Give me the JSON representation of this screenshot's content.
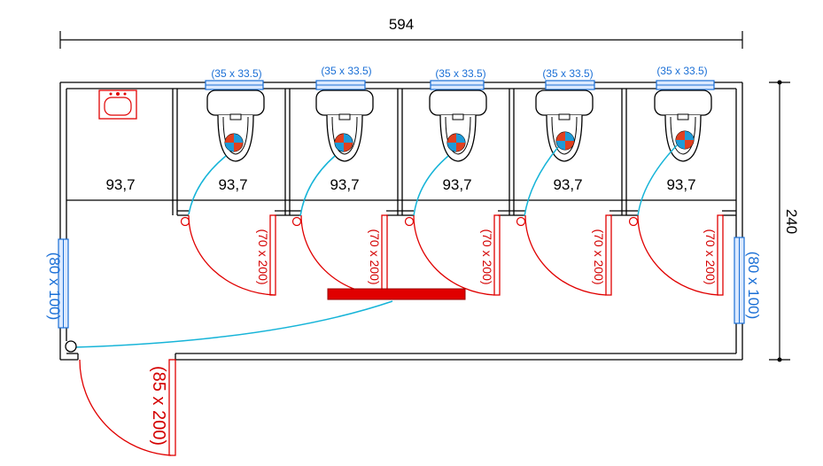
{
  "dimensions": {
    "width": "594",
    "height": "240"
  },
  "rooms": [
    {
      "area": "93,7",
      "fixture": "sink"
    },
    {
      "area": "93,7",
      "fixture": "toilet"
    },
    {
      "area": "93,7",
      "fixture": "toilet"
    },
    {
      "area": "93,7",
      "fixture": "toilet"
    },
    {
      "area": "93,7",
      "fixture": "toilet"
    },
    {
      "area": "93,7",
      "fixture": "toilet"
    }
  ],
  "top_windows": [
    "(35 x 33.5)",
    "(35 x 33.5)",
    "(35 x 33.5)",
    "(35 x 33.5)",
    "(35 x 33.5)"
  ],
  "side_windows": {
    "left": "(80 x 100)",
    "right": "(80 x 100)"
  },
  "stall_doors": [
    "(70 x 200)",
    "(70 x 200)",
    "(70 x 200)",
    "(70 x 200)",
    "(70 x 200)"
  ],
  "main_door": "(85 x 200)",
  "colors": {
    "wall": "#000000",
    "window": "#1a6fd6",
    "door": "#d40000",
    "wiring": "#16b4d8",
    "bench": "#e00000"
  }
}
